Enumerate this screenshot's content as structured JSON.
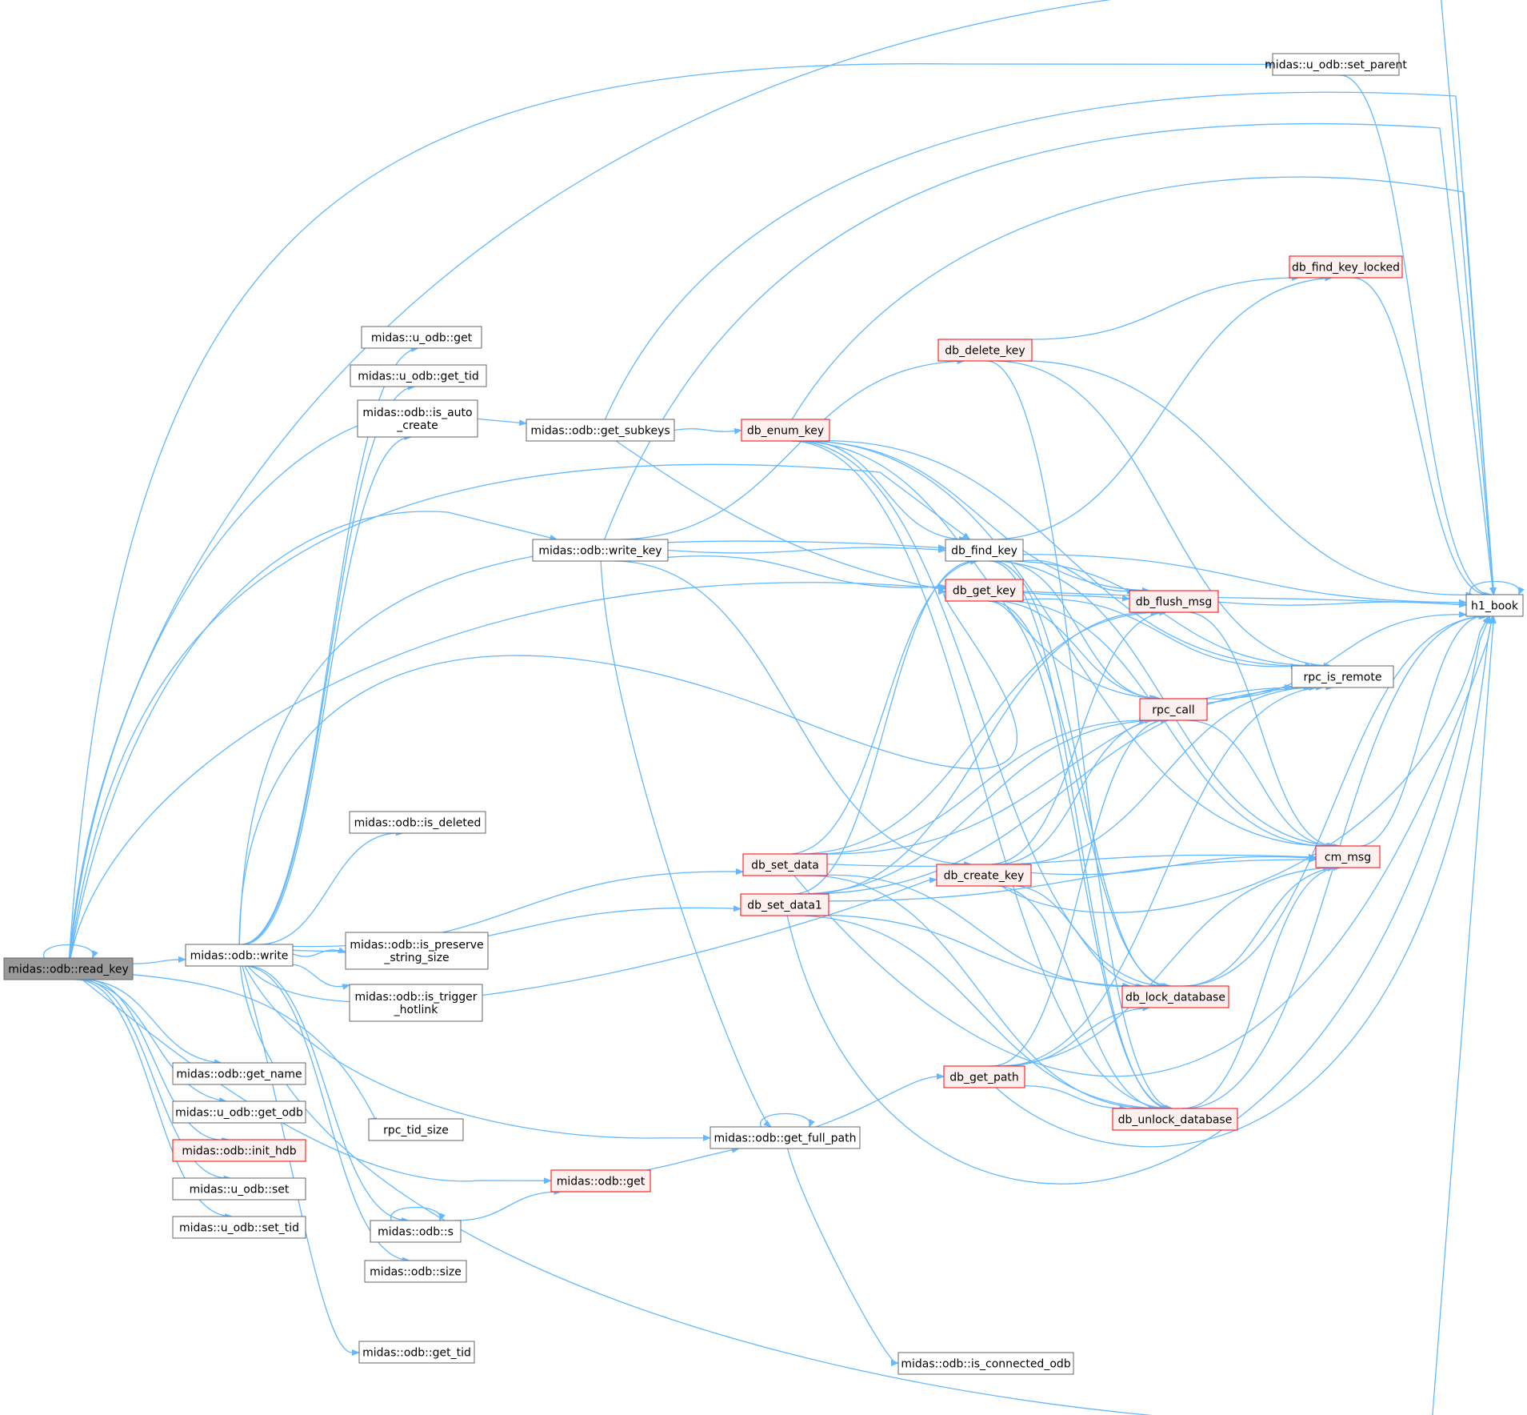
{
  "graph": {
    "type": "call-graph",
    "colors": {
      "edge": "#63b8ff",
      "node_border": "#666666",
      "node_fill": "#ffffff",
      "root_fill": "#999999",
      "truncated_border": "#ff0000",
      "truncated_fill": "#fff0f0"
    },
    "root": "read_key",
    "nodes": [
      {
        "id": "read_key",
        "label": "midas::odb::read_key",
        "kind": "root"
      },
      {
        "id": "write",
        "label": "midas::odb::write",
        "kind": "normal"
      },
      {
        "id": "get_name",
        "label": "midas::odb::get_name",
        "kind": "normal"
      },
      {
        "id": "uodb_get_odb",
        "label": "midas::u_odb::get_odb",
        "kind": "normal"
      },
      {
        "id": "init_hdb",
        "label": "midas::odb::init_hdb",
        "kind": "truncated"
      },
      {
        "id": "uodb_set",
        "label": "midas::u_odb::set",
        "kind": "normal"
      },
      {
        "id": "uodb_set_tid",
        "label": "midas::u_odb::set_tid",
        "kind": "normal"
      },
      {
        "id": "get_subkeys",
        "label": "midas::odb::get_subkeys",
        "kind": "normal"
      },
      {
        "id": "write_key",
        "label": "midas::odb::write_key",
        "kind": "normal"
      },
      {
        "id": "uodb_get",
        "label": "midas::u_odb::get",
        "kind": "normal"
      },
      {
        "id": "uodb_get_tid",
        "label": "midas::u_odb::get_tid",
        "kind": "normal"
      },
      {
        "id": "is_auto_create",
        "label": "midas::odb::is_auto\n_create",
        "kind": "normal"
      },
      {
        "id": "is_deleted",
        "label": "midas::odb::is_deleted",
        "kind": "normal"
      },
      {
        "id": "is_preserve",
        "label": "midas::odb::is_preserve\n_string_size",
        "kind": "normal"
      },
      {
        "id": "is_trigger",
        "label": "midas::odb::is_trigger\n_hotlink",
        "kind": "normal"
      },
      {
        "id": "rpc_tid_size",
        "label": "rpc_tid_size",
        "kind": "normal"
      },
      {
        "id": "odb_get",
        "label": "midas::odb::get",
        "kind": "truncated"
      },
      {
        "id": "odb_s",
        "label": "midas::odb::s",
        "kind": "normal"
      },
      {
        "id": "odb_size",
        "label": "midas::odb::size",
        "kind": "normal"
      },
      {
        "id": "odb_get_tid",
        "label": "midas::odb::get_tid",
        "kind": "normal"
      },
      {
        "id": "get_full_path",
        "label": "midas::odb::get_full_path",
        "kind": "normal"
      },
      {
        "id": "is_connected",
        "label": "midas::odb::is_connected_odb",
        "kind": "normal"
      },
      {
        "id": "set_parent",
        "label": "midas::u_odb::set_parent",
        "kind": "normal"
      },
      {
        "id": "db_enum_key",
        "label": "db_enum_key",
        "kind": "truncated"
      },
      {
        "id": "db_delete_key",
        "label": "db_delete_key",
        "kind": "truncated"
      },
      {
        "id": "db_find_key_locked",
        "label": "db_find_key_locked",
        "kind": "truncated"
      },
      {
        "id": "db_find_key",
        "label": "db_find_key",
        "kind": "normal"
      },
      {
        "id": "db_get_key",
        "label": "db_get_key",
        "kind": "truncated"
      },
      {
        "id": "db_set_data",
        "label": "db_set_data",
        "kind": "truncated"
      },
      {
        "id": "db_set_data1",
        "label": "db_set_data1",
        "kind": "truncated"
      },
      {
        "id": "db_create_key",
        "label": "db_create_key",
        "kind": "truncated"
      },
      {
        "id": "db_get_path",
        "label": "db_get_path",
        "kind": "truncated"
      },
      {
        "id": "db_flush_msg",
        "label": "db_flush_msg",
        "kind": "truncated"
      },
      {
        "id": "rpc_call",
        "label": "rpc_call",
        "kind": "truncated"
      },
      {
        "id": "rpc_is_remote",
        "label": "rpc_is_remote",
        "kind": "normal"
      },
      {
        "id": "cm_msg",
        "label": "cm_msg",
        "kind": "truncated"
      },
      {
        "id": "db_lock_database",
        "label": "db_lock_database",
        "kind": "truncated"
      },
      {
        "id": "db_unlock_database",
        "label": "db_unlock_database",
        "kind": "truncated"
      },
      {
        "id": "h1_book",
        "label": "h1_book",
        "kind": "normal"
      }
    ],
    "edges": [
      [
        "read_key",
        "read_key"
      ],
      [
        "read_key",
        "h1_book"
      ],
      [
        "read_key",
        "set_parent"
      ],
      [
        "read_key",
        "get_subkeys"
      ],
      [
        "read_key",
        "db_find_key"
      ],
      [
        "read_key",
        "write_key"
      ],
      [
        "read_key",
        "db_get_key"
      ],
      [
        "read_key",
        "write"
      ],
      [
        "read_key",
        "get_name"
      ],
      [
        "read_key",
        "uodb_get_odb"
      ],
      [
        "read_key",
        "init_hdb"
      ],
      [
        "read_key",
        "uodb_set"
      ],
      [
        "read_key",
        "uodb_set_tid"
      ],
      [
        "read_key",
        "rpc_tid_size"
      ],
      [
        "read_key",
        "odb_get"
      ],
      [
        "write",
        "uodb_get"
      ],
      [
        "write",
        "uodb_get_tid"
      ],
      [
        "write",
        "is_auto_create"
      ],
      [
        "write",
        "is_deleted"
      ],
      [
        "write",
        "is_preserve"
      ],
      [
        "write",
        "is_trigger"
      ],
      [
        "write",
        "db_find_key"
      ],
      [
        "write",
        "db_get_key"
      ],
      [
        "write",
        "db_set_data"
      ],
      [
        "write",
        "db_set_data1"
      ],
      [
        "write",
        "db_create_key"
      ],
      [
        "write",
        "get_full_path"
      ],
      [
        "write",
        "odb_s"
      ],
      [
        "write",
        "odb_size"
      ],
      [
        "write",
        "odb_get_tid"
      ],
      [
        "write",
        "h1_book"
      ],
      [
        "get_subkeys",
        "db_enum_key"
      ],
      [
        "get_subkeys",
        "db_get_key"
      ],
      [
        "get_subkeys",
        "h1_book"
      ],
      [
        "write_key",
        "db_find_key"
      ],
      [
        "write_key",
        "db_get_key"
      ],
      [
        "write_key",
        "db_delete_key"
      ],
      [
        "write_key",
        "db_create_key"
      ],
      [
        "write_key",
        "get_full_path"
      ],
      [
        "write_key",
        "h1_book"
      ],
      [
        "odb_get",
        "get_full_path"
      ],
      [
        "odb_s",
        "odb_s"
      ],
      [
        "odb_s",
        "odb_get"
      ],
      [
        "get_full_path",
        "get_full_path"
      ],
      [
        "get_full_path",
        "db_get_path"
      ],
      [
        "get_full_path",
        "is_connected"
      ],
      [
        "set_parent",
        "h1_book"
      ],
      [
        "db_delete_key",
        "db_find_key_locked"
      ],
      [
        "db_delete_key",
        "rpc_is_remote"
      ],
      [
        "db_delete_key",
        "db_unlock_database"
      ],
      [
        "db_delete_key",
        "h1_book"
      ],
      [
        "db_find_key_locked",
        "h1_book"
      ],
      [
        "db_enum_key",
        "db_find_key"
      ],
      [
        "db_enum_key",
        "db_flush_msg"
      ],
      [
        "db_enum_key",
        "rpc_call"
      ],
      [
        "db_enum_key",
        "rpc_is_remote"
      ],
      [
        "db_enum_key",
        "cm_msg"
      ],
      [
        "db_enum_key",
        "db_lock_database"
      ],
      [
        "db_enum_key",
        "db_unlock_database"
      ],
      [
        "db_enum_key",
        "h1_book"
      ],
      [
        "db_find_key",
        "db_find_key_locked"
      ],
      [
        "db_find_key",
        "db_flush_msg"
      ],
      [
        "db_find_key",
        "rpc_call"
      ],
      [
        "db_find_key",
        "rpc_is_remote"
      ],
      [
        "db_find_key",
        "cm_msg"
      ],
      [
        "db_find_key",
        "db_lock_database"
      ],
      [
        "db_find_key",
        "db_unlock_database"
      ],
      [
        "db_find_key",
        "h1_book"
      ],
      [
        "db_get_key",
        "db_flush_msg"
      ],
      [
        "db_get_key",
        "rpc_call"
      ],
      [
        "db_get_key",
        "rpc_is_remote"
      ],
      [
        "db_get_key",
        "cm_msg"
      ],
      [
        "db_get_key",
        "db_lock_database"
      ],
      [
        "db_get_key",
        "db_unlock_database"
      ],
      [
        "db_get_key",
        "h1_book"
      ],
      [
        "db_set_data",
        "db_find_key"
      ],
      [
        "db_set_data",
        "db_flush_msg"
      ],
      [
        "db_set_data",
        "rpc_call"
      ],
      [
        "db_set_data",
        "rpc_is_remote"
      ],
      [
        "db_set_data",
        "cm_msg"
      ],
      [
        "db_set_data",
        "db_lock_database"
      ],
      [
        "db_set_data",
        "db_unlock_database"
      ],
      [
        "db_set_data",
        "h1_book"
      ],
      [
        "db_set_data1",
        "db_find_key"
      ],
      [
        "db_set_data1",
        "db_flush_msg"
      ],
      [
        "db_set_data1",
        "rpc_call"
      ],
      [
        "db_set_data1",
        "rpc_is_remote"
      ],
      [
        "db_set_data1",
        "cm_msg"
      ],
      [
        "db_set_data1",
        "db_lock_database"
      ],
      [
        "db_set_data1",
        "db_unlock_database"
      ],
      [
        "db_set_data1",
        "h1_book"
      ],
      [
        "db_create_key",
        "db_flush_msg"
      ],
      [
        "db_create_key",
        "rpc_call"
      ],
      [
        "db_create_key",
        "rpc_is_remote"
      ],
      [
        "db_create_key",
        "cm_msg"
      ],
      [
        "db_create_key",
        "db_lock_database"
      ],
      [
        "db_create_key",
        "db_unlock_database"
      ],
      [
        "db_create_key",
        "h1_book"
      ],
      [
        "db_get_path",
        "rpc_call"
      ],
      [
        "db_get_path",
        "rpc_is_remote"
      ],
      [
        "db_get_path",
        "cm_msg"
      ],
      [
        "db_get_path",
        "db_lock_database"
      ],
      [
        "db_get_path",
        "db_unlock_database"
      ],
      [
        "db_get_path",
        "h1_book"
      ],
      [
        "db_flush_msg",
        "h1_book"
      ],
      [
        "db_flush_msg",
        "cm_msg"
      ],
      [
        "rpc_call",
        "rpc_is_remote"
      ],
      [
        "rpc_call",
        "cm_msg"
      ],
      [
        "rpc_call",
        "h1_book"
      ],
      [
        "cm_msg",
        "h1_book"
      ],
      [
        "db_lock_database",
        "cm_msg"
      ],
      [
        "db_lock_database",
        "h1_book"
      ],
      [
        "db_unlock_database",
        "cm_msg"
      ],
      [
        "db_unlock_database",
        "h1_book"
      ],
      [
        "h1_book",
        "h1_book"
      ]
    ]
  }
}
